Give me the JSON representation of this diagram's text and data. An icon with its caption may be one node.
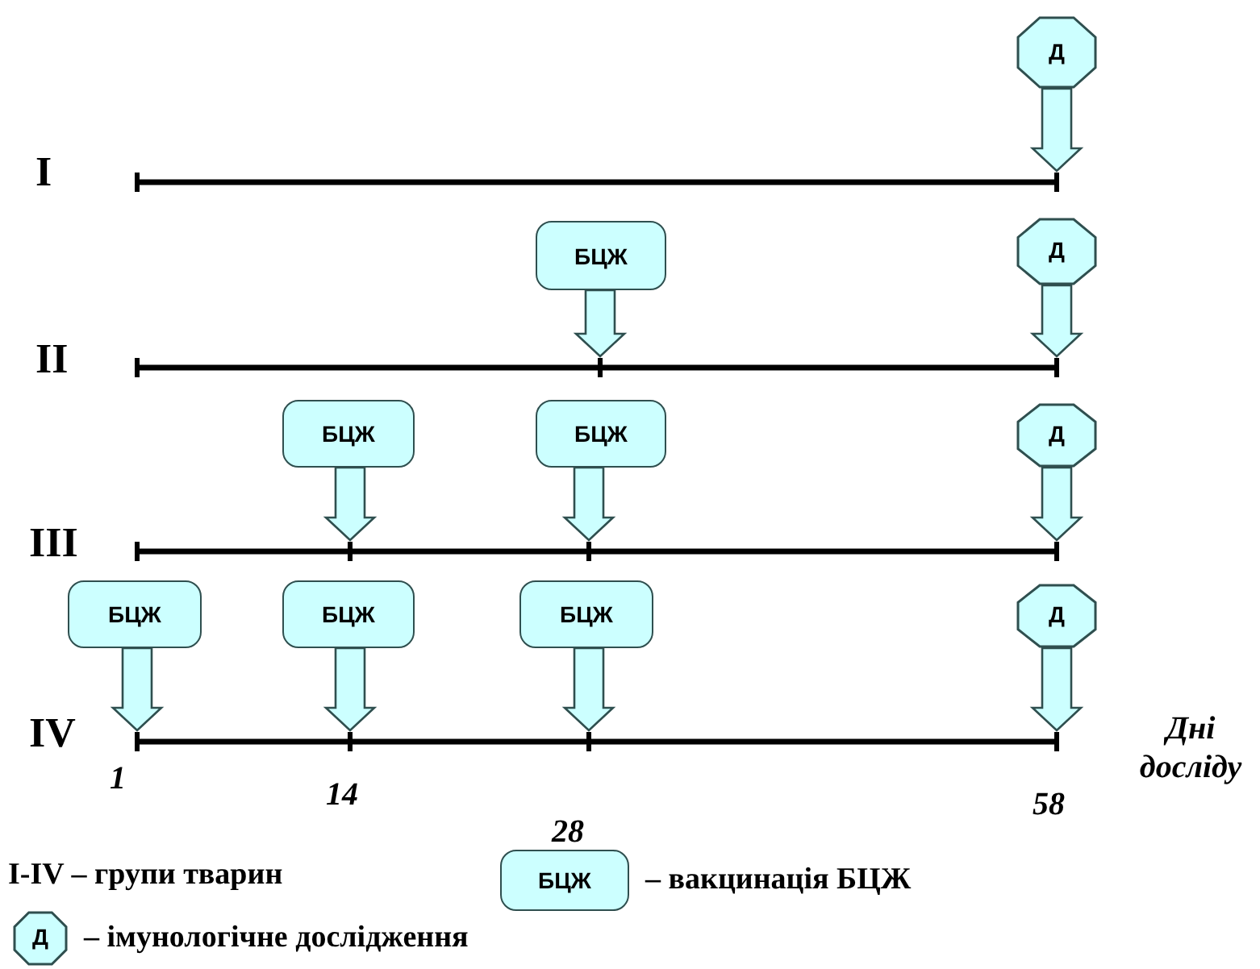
{
  "diagram": {
    "nodes": [
      {
        "text": [
          "Д"
        ]
      },
      {
        "text": [
          "БЦЖ"
        ]
      },
      {
        "text": [
          "Д"
        ]
      },
      {
        "text": [
          "БЦЖ"
        ]
      },
      {
        "text": [
          "БЦЖ"
        ]
      },
      {
        "text": [
          "Д"
        ]
      },
      {
        "text": [
          "БЦЖ"
        ]
      },
      {
        "text": [
          "БЦЖ"
        ]
      },
      {
        "text": [
          "БЦЖ"
        ]
      },
      {
        "text": [
          "Д"
        ]
      },
      {
        "text": [
          "БЦЖ"
        ],
        "beside": [
          "– вакцинація БЦЖ"
        ]
      },
      {
        "text": [
          "Д"
        ],
        "beside": [
          "– імунологічне дослідження"
        ]
      }
    ],
    "edges": [
      {
        "from": 0,
        "to": null,
        "arrow": "to"
      },
      {
        "from": 1,
        "to": null,
        "arrow": "to"
      },
      {
        "from": 2,
        "to": null,
        "arrow": "to"
      },
      {
        "from": 3,
        "to": null,
        "arrow": "to"
      },
      {
        "from": 4,
        "to": null,
        "arrow": "to"
      },
      {
        "from": 5,
        "to": null,
        "arrow": "to"
      },
      {
        "from": 6,
        "to": null,
        "arrow": "to"
      },
      {
        "from": 7,
        "to": null,
        "arrow": "to"
      },
      {
        "from": 8,
        "to": null,
        "arrow": "to"
      },
      {
        "from": 9,
        "to": null,
        "arrow": "to"
      }
    ],
    "labels": [
      "I",
      "II",
      "III",
      "IV",
      "1",
      "14",
      "28",
      "58",
      "Дні досліду",
      "I-IV – групи тварин"
    ]
  }
}
